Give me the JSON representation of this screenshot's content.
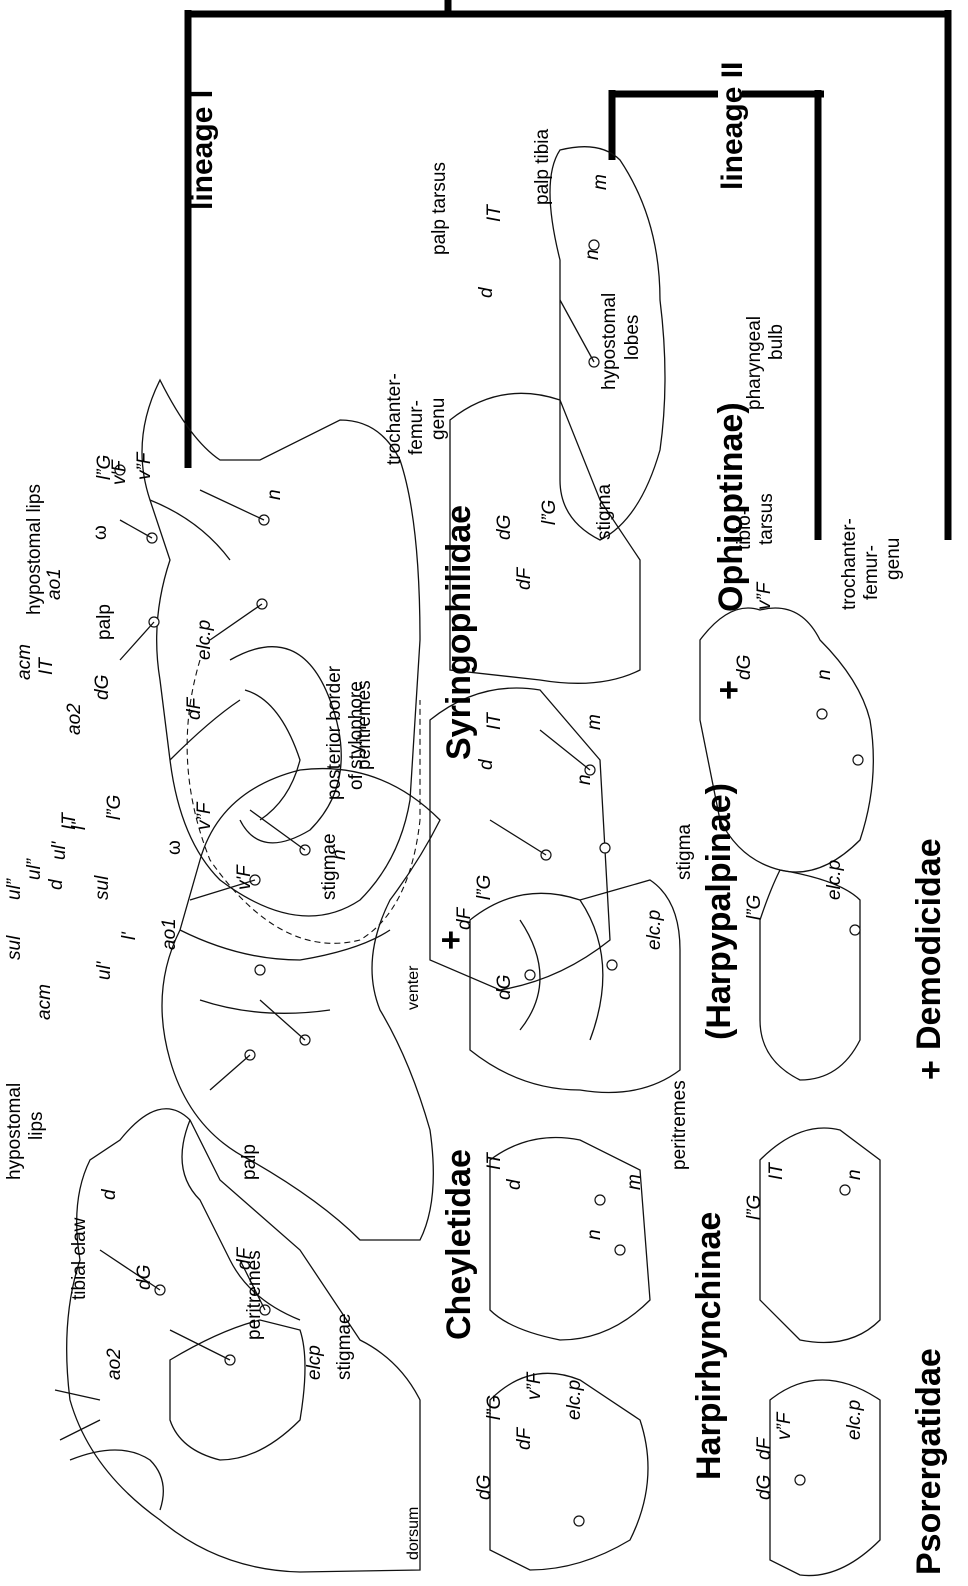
{
  "tree": {
    "lineage_1": "lineage I",
    "lineage_2": "lineage II"
  },
  "taxa": {
    "cheyletidae": "Cheyletidae",
    "syringophilidae": "Syringophilidae",
    "harpirhynchinae": "Harpirhynchinae",
    "harpypalpinae": "(Harpypalpinae)",
    "ophioptinae": "Ophioptinae)",
    "psorergatidae": "Psorergatidae",
    "demodicidae": "Demodicidae",
    "plus_1": "+",
    "plus_2": "+",
    "plus_3": "+"
  },
  "labels": {
    "tibial_claw": "tibial claw",
    "d": "d",
    "ao2": "ao2",
    "dG": "dG",
    "dF": "dF",
    "palp": "palp",
    "peritremes": "peritremes",
    "elcp": "elcp",
    "elc_p": "elc.p",
    "stigmae": "stigmae",
    "stigma": "stigma",
    "dorsum": "dorsum",
    "venter": "venter",
    "hypostomal_lips": "hypostomal lips",
    "hypostomal_lips_wrapped_1": "hypostomal",
    "hypostomal_lips_wrapped_2": "lips",
    "hypostomal_lobes_1": "hypostomal",
    "hypostomal_lobes_2": "lobes",
    "acm": "acm",
    "sul": "sul",
    "ul_dbl": "ul”",
    "ul_prime": "ul'",
    "l_prime": "l'",
    "IT": "IT",
    "l_dbl_G": "l”G",
    "omega": "ω",
    "ao1": "ao1",
    "v_dbl_F": "v”F",
    "v_prime_F": "v'F",
    "n": "n",
    "m": "m",
    "posterior_border": "posterior border",
    "of_stylophore": "of stylophore",
    "palp_tarsus": "palp tarsus",
    "palp_tibia": "palp tibia",
    "tfg_1": "trochanter-",
    "tfg_2": "femur-",
    "tfg_3": "genu",
    "pharyngeal": "pharyngeal",
    "bulb": "bulb",
    "tibio": "tibio-",
    "tarsus": "tarsus"
  }
}
